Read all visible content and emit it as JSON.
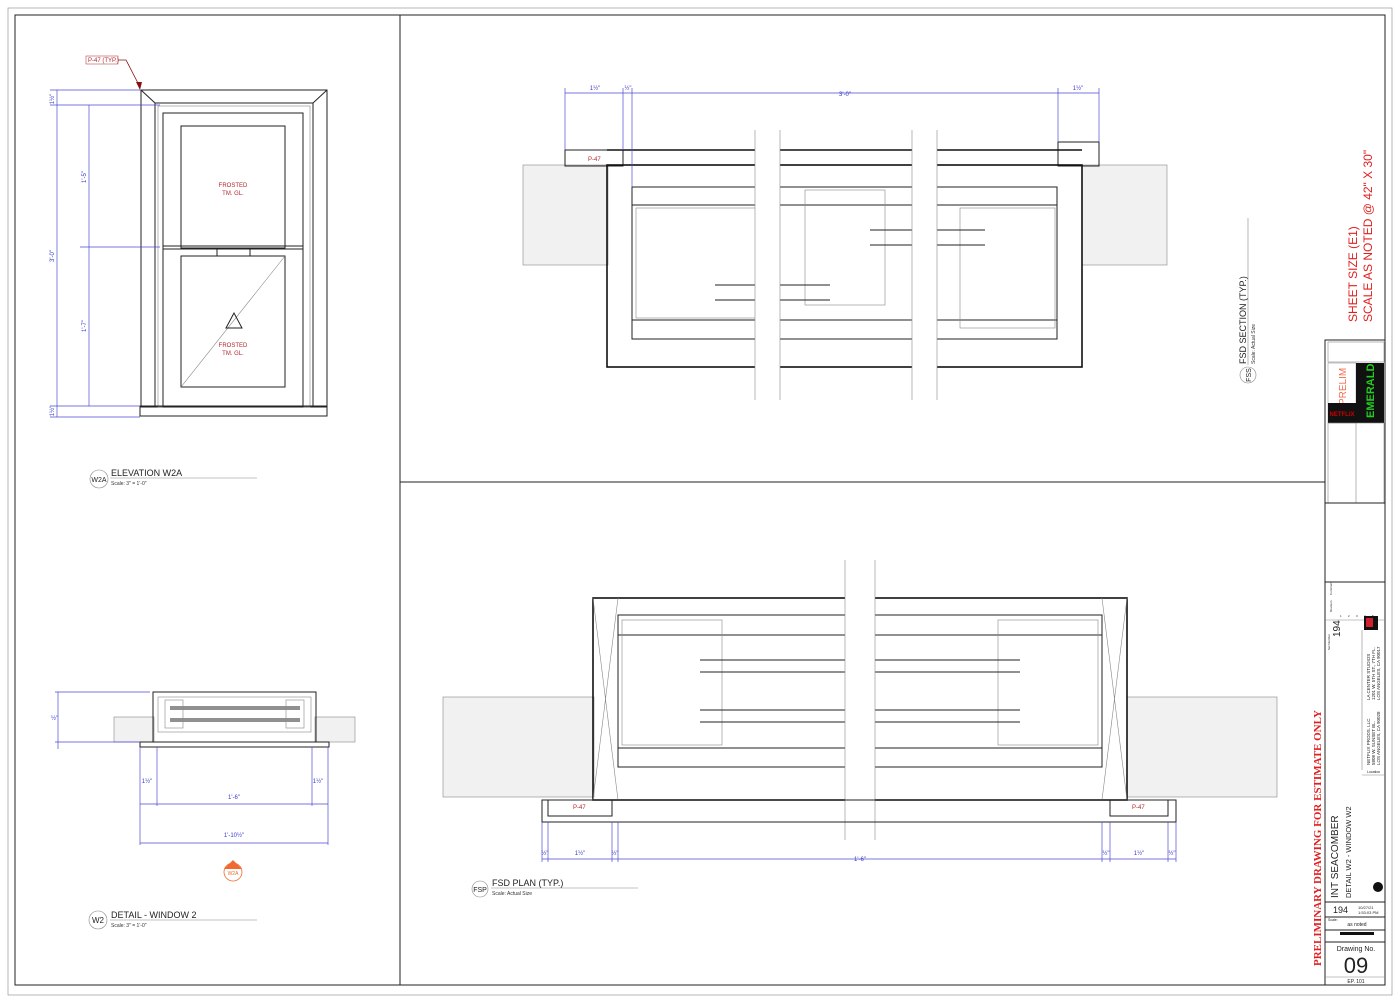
{
  "views": {
    "elevation": {
      "tag": "W2A",
      "title": "ELEVATION W2A",
      "scale": "Scale: 3\" = 1'-0\"",
      "callout": "P-47 (TYP.)",
      "glass_upper": [
        "FROSTED",
        "TM. GL."
      ],
      "glass_lower": [
        "FROSTED",
        "TM. GL."
      ],
      "dims": {
        "top": "1½\"",
        "upper": "1'-5\"",
        "overall": "3'-0\"",
        "lower": "1'-7\"",
        "bottom": "1½\""
      }
    },
    "detail": {
      "tag": "W2",
      "title": "DETAIL - WINDOW 2",
      "scale": "Scale: 3\" = 1'-0\"",
      "marker": "W2A",
      "dims": {
        "side_left": "1½\"",
        "side_right": "1½\"",
        "inner": "1'-6\"",
        "overall": "1'-10½\"",
        "small": "½\""
      }
    },
    "section": {
      "tag": "FSS",
      "title": "FSD SECTION (TYP.)",
      "scale": "Scale: Actual Size",
      "material": "P-47",
      "dims": {
        "left": "1½\"",
        "gap": "½\"",
        "overall": "3'-0\"",
        "right": "1½\""
      }
    },
    "plan": {
      "tag": "FSP",
      "title": "FSD PLAN (TYP.)",
      "scale": "Scale: Actual Size",
      "material_left": "P-47",
      "material_right": "P-47",
      "dims": {
        "a": "½\"",
        "b": "1½\"",
        "c": "½\"",
        "overall": "1'-6\"",
        "d": "½\"",
        "e": "1½\"",
        "f": "½\""
      }
    }
  },
  "sheet_note": {
    "line1": "SHEET SIZE (E1)",
    "line2": "SCALE AS NOTED @ 42\" X 30\""
  },
  "watermark": "PRELIMINARY DRAWING FOR ESTIMATE ONLY",
  "title_block": {
    "prelim": "PRELIM",
    "studio": "NETFLIX",
    "project_code": "EMERALD",
    "set_number_label": "Set Number",
    "set_number": "194",
    "revision_label": "Revision",
    "comment_label": "Comment",
    "revisions": [
      "1",
      "2",
      "3",
      "4",
      "5"
    ],
    "company": [
      "NETFLIX PRODS. LLC",
      "5808 W. SUNSET BL.",
      "LOS ANGELES, CA 90028"
    ],
    "location_address": [
      "LA CENTER STUDIOS",
      "1201 W. 5TH ST., 7TH FL.",
      "LOS ANGELES, CA 90017"
    ],
    "location_label": "Location",
    "project": "INT SEACOMBER",
    "sheet_title": "DETAIL W2 - WINDOW W2",
    "set": "194",
    "date": "10/27/21",
    "time": "1:53:03 PM",
    "scale_label": "Scale:",
    "scale": "as noted",
    "drawing_no_label": "Drawing No.",
    "drawing_no": "09",
    "sheet_id": "EP. 101"
  },
  "colors": {
    "dimension": "#3a3ad0",
    "redline": "#e02020",
    "emerald": "#22cc22",
    "netflix": "#cc0000"
  }
}
